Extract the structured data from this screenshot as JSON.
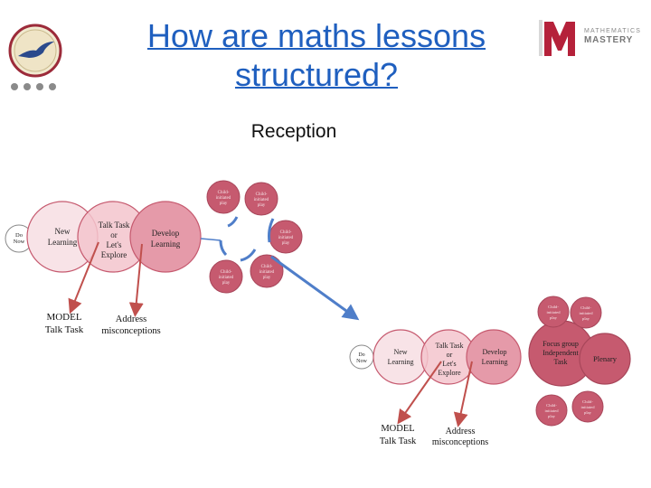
{
  "title_line1": "How are maths lessons",
  "title_line2": "structured?",
  "subtitle": "Reception",
  "brand": {
    "line1": "MATHEMATICS",
    "line2": "MASTERY"
  },
  "colors": {
    "title": "#1f5fbf",
    "arrow_blue": "#4f7ec9",
    "arrow_red": "#c0504d",
    "circle_light": "#f8e3e7",
    "circle_dark": "#e59aa9",
    "circle_deep": "#c65a6f"
  },
  "diagram1": {
    "do_now": "Do Now",
    "new_learning": [
      "New",
      "Learning"
    ],
    "talk_task": [
      "Talk Task",
      "or",
      "Let's",
      "Explore"
    ],
    "develop_learning": [
      "Develop",
      "Learning"
    ],
    "model": [
      "MODEL",
      "Talk Task"
    ],
    "address": [
      "Address",
      "misconceptions"
    ],
    "play": [
      "Child-",
      "initiated",
      "play"
    ]
  },
  "diagram2": {
    "do_now": "Do Now",
    "new_learning": [
      "New",
      "Learning"
    ],
    "talk_task": [
      "Talk Task",
      "or",
      "Let's",
      "Explore"
    ],
    "develop_learning": [
      "Develop",
      "Learning"
    ],
    "focus_group": [
      "Focus group",
      "Independent",
      "Task"
    ],
    "plenary": "Plenary",
    "model": [
      "MODEL",
      "Talk Task"
    ],
    "address": [
      "Address",
      "misconceptions"
    ],
    "play": [
      "Child-",
      "initiated",
      "play"
    ]
  }
}
